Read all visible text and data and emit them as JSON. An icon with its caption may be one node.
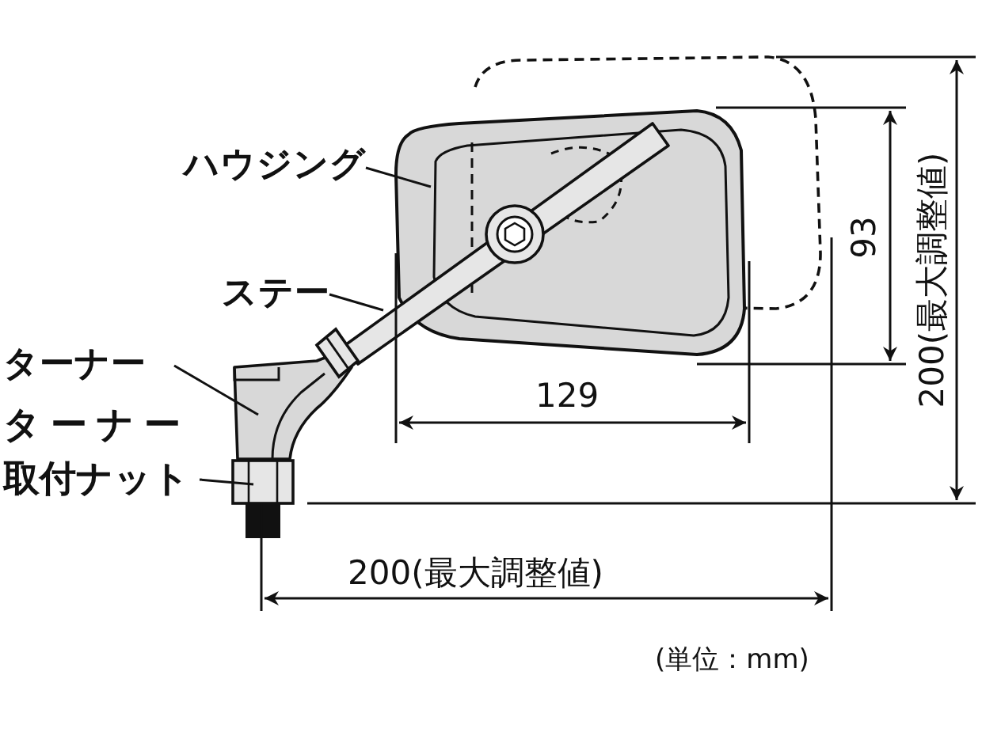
{
  "diagram": {
    "nodes": [
      {
        "text": [
          "ハウジング"
        ]
      },
      {
        "text": [
          "ステー"
        ]
      },
      {
        "text": [
          "ターナー"
        ]
      },
      {
        "text": [
          "ターナー取付ナット"
        ]
      },
      {
        "text": [],
        "shape": "picture"
      },
      {
        "text": [],
        "shape": "picture"
      },
      {
        "text": [],
        "shape": "picture"
      },
      {
        "text": [],
        "shape": "picture"
      }
    ],
    "edges": [
      {
        "from": 0,
        "to": 4,
        "arrow": "none"
      },
      {
        "from": 1,
        "to": 5,
        "arrow": "none"
      },
      {
        "from": 2,
        "to": 6,
        "arrow": "none"
      },
      {
        "from": 3,
        "to": 7,
        "arrow": "none"
      }
    ],
    "labels": [
      "200(最大調整値)",
      "93",
      "129",
      "200(最大調整値)",
      "(単位：mm)"
    ]
  }
}
